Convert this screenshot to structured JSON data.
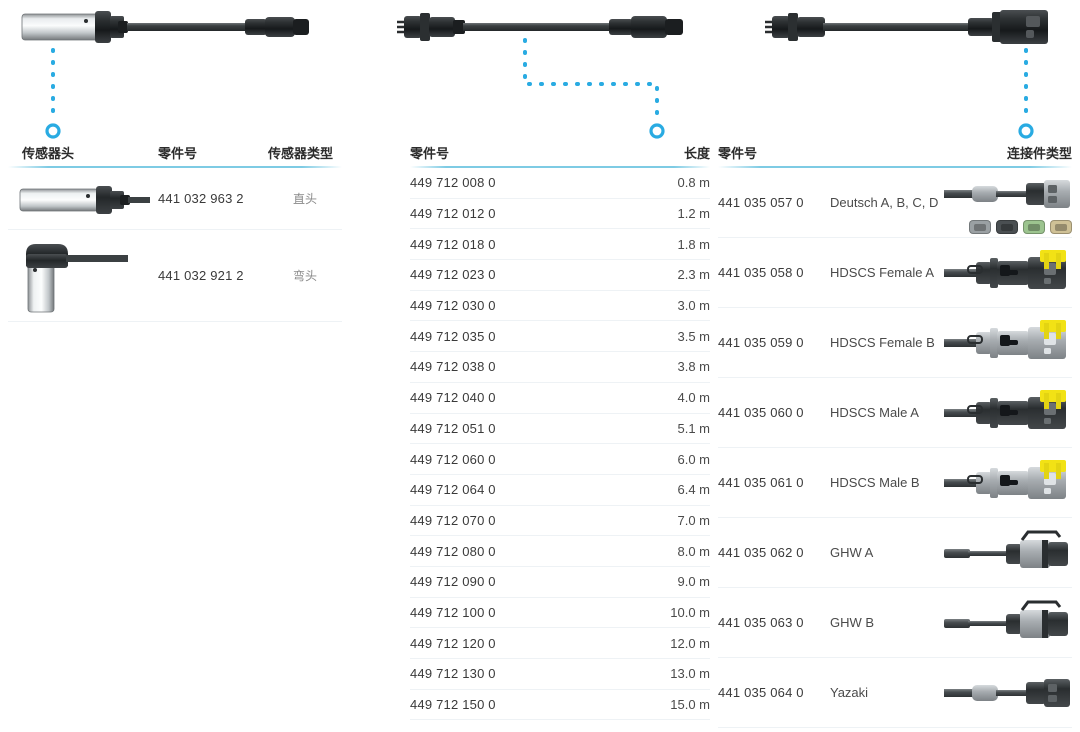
{
  "accent": "#29abe2",
  "header_rule": "#7ecbe4",
  "diagram": {
    "name": "sensor-cable-assembly-diagram",
    "callouts": [
      {
        "id": "sensor-head-callout",
        "target": "left-table"
      },
      {
        "id": "cable-length-callout",
        "target": "middle-table"
      },
      {
        "id": "connector-type-callout",
        "target": "right-table"
      }
    ]
  },
  "left_table": {
    "name": "sensor-head-table",
    "headers": [
      "传感器头",
      "零件号",
      "传感器类型"
    ],
    "rows": [
      {
        "image": "straight-sensor-icon",
        "part_number": "441 032 963 2",
        "type": "直头"
      },
      {
        "image": "elbow-sensor-icon",
        "part_number": "441 032 921 2",
        "type": "弯头"
      }
    ]
  },
  "middle_table": {
    "name": "cable-length-table",
    "headers": [
      "零件号",
      "长度"
    ],
    "rows": [
      {
        "part_number": "449 712 008 0",
        "length": "0.8 m"
      },
      {
        "part_number": "449 712 012 0",
        "length": "1.2 m"
      },
      {
        "part_number": "449 712 018 0",
        "length": "1.8 m"
      },
      {
        "part_number": "449 712 023 0",
        "length": "2.3 m"
      },
      {
        "part_number": "449 712 030 0",
        "length": "3.0 m"
      },
      {
        "part_number": "449 712 035 0",
        "length": "3.5 m"
      },
      {
        "part_number": "449 712 038 0",
        "length": "3.8 m"
      },
      {
        "part_number": "449 712 040 0",
        "length": "4.0 m"
      },
      {
        "part_number": "449 712 051 0",
        "length": "5.1 m"
      },
      {
        "part_number": "449 712 060 0",
        "length": "6.0 m"
      },
      {
        "part_number": "449 712 064 0",
        "length": "6.4 m"
      },
      {
        "part_number": "449 712 070 0",
        "length": "7.0 m"
      },
      {
        "part_number": "449 712 080 0",
        "length": "8.0 m"
      },
      {
        "part_number": "449 712 090 0",
        "length": "9.0 m"
      },
      {
        "part_number": "449 712 100 0",
        "length": "10.0 m"
      },
      {
        "part_number": "449 712 120 0",
        "length": "12.0 m"
      },
      {
        "part_number": "449 712 130 0",
        "length": "13.0 m"
      },
      {
        "part_number": "449 712 150 0",
        "length": "15.0 m"
      }
    ]
  },
  "right_table": {
    "name": "connector-type-table",
    "headers": [
      "零件号",
      "连接件类型"
    ],
    "rows": [
      {
        "part_number": "441 035 057 0",
        "connector": "Deutsch A, B, C, D",
        "image": "deutsch-connector-icon",
        "variant_colors": [
          "#9aa0a3",
          "#4a4f52",
          "#9cc48f",
          "#cfc196"
        ]
      },
      {
        "part_number": "441 035 058 0",
        "connector": "HDSCS Female A",
        "image": "hdscs-female-a-icon"
      },
      {
        "part_number": "441 035 059 0",
        "connector": "HDSCS Female B",
        "image": "hdscs-female-b-icon"
      },
      {
        "part_number": "441 035 060 0",
        "connector": "HDSCS Male A",
        "image": "hdscs-male-a-icon"
      },
      {
        "part_number": "441 035 061 0",
        "connector": "HDSCS Male B",
        "image": "hdscs-male-b-icon"
      },
      {
        "part_number": "441 035 062 0",
        "connector": "GHW A",
        "image": "ghw-a-icon"
      },
      {
        "part_number": "441 035 063 0",
        "connector": "GHW B",
        "image": "ghw-b-icon"
      },
      {
        "part_number": "441 035 064 0",
        "connector": "Yazaki",
        "image": "yazaki-connector-icon"
      }
    ]
  }
}
